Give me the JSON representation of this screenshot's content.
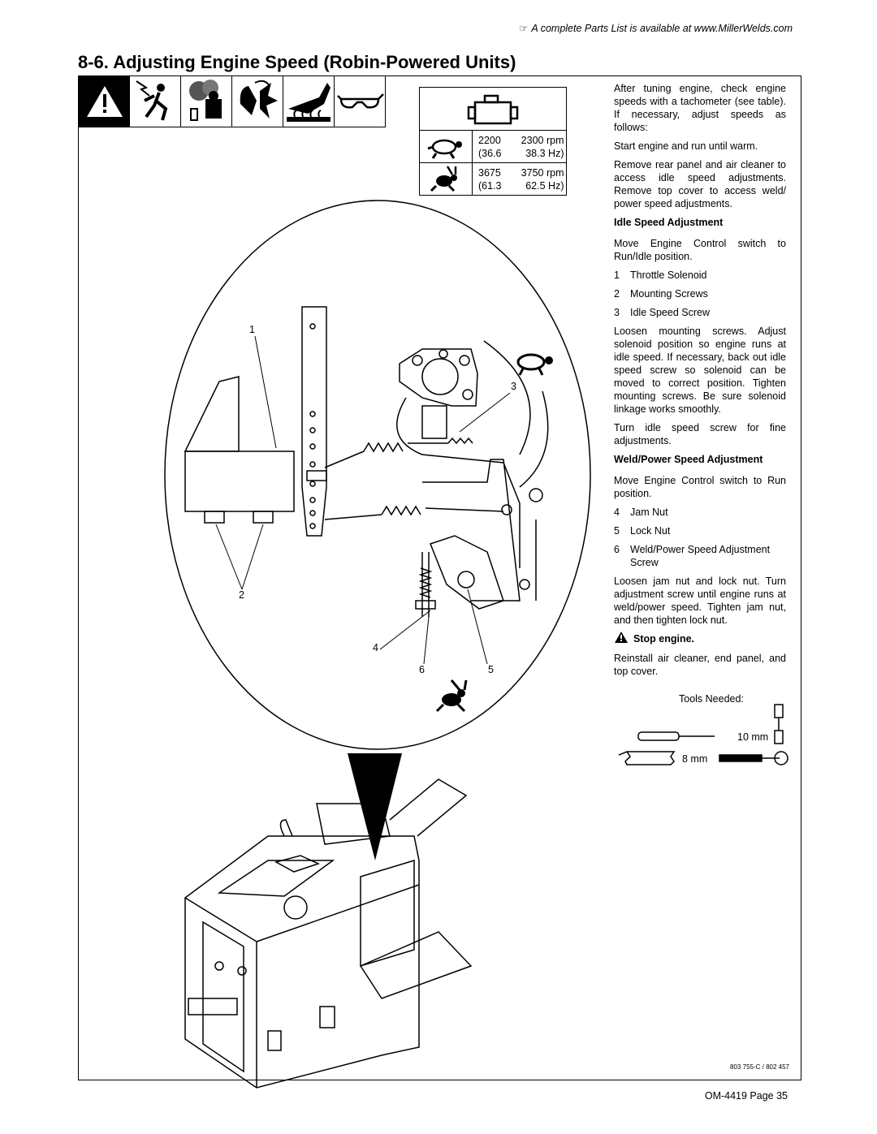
{
  "header": {
    "note": "A complete Parts List is available at www.MillerWelds.com",
    "note_icon": "pointing-hand-icon"
  },
  "title": "8-6.  Adjusting Engine Speed (Robin-Powered Units)",
  "warning_icons": [
    "hazard-triangle-icon",
    "electric-shock-icon",
    "exhaust-fumes-icon",
    "moving-parts-icon",
    "hot-parts-icon",
    "safety-glasses-icon"
  ],
  "speed_table": {
    "engine_icon": "engine-icon",
    "idle": {
      "icon": "turtle-icon",
      "rpm_low": "2200",
      "rpm_high": "2300 rpm",
      "hz_low": "(36.6",
      "hz_high": "38.3 Hz)"
    },
    "weld": {
      "icon": "rabbit-icon",
      "rpm_low": "3675",
      "rpm_high": "3750 rpm",
      "hz_low": "(61.3",
      "hz_high": "62.5 Hz)"
    }
  },
  "instructions": {
    "intro": "After tuning engine, check engine speeds with a tachometer (see table). If necessary, adjust speeds as follows:",
    "start": "Start engine and run until warm.",
    "remove": "Remove rear panel and air cleaner to access idle speed adjustments. Remove top cover to access weld/ power speed adjustments.",
    "idle_heading": "Idle Speed Adjustment",
    "idle_switch": "Move Engine Control switch to Run/Idle position.",
    "idle_items": [
      {
        "num": "1",
        "label": "Throttle Solenoid"
      },
      {
        "num": "2",
        "label": "Mounting Screws"
      },
      {
        "num": "3",
        "label": "Idle Speed Screw"
      }
    ],
    "idle_steps": "Loosen mounting screws. Adjust solenoid position so engine runs at idle speed. If necessary, back out idle speed screw so solenoid can be moved to correct position. Tighten mounting screws. Be sure solenoid linkage works smoothly.",
    "idle_fine": "Turn idle speed screw for fine adjustments.",
    "weld_heading": "Weld/Power Speed Adjustment",
    "weld_switch": "Move Engine Control switch to Run position.",
    "weld_items": [
      {
        "num": "4",
        "label": "Jam Nut"
      },
      {
        "num": "5",
        "label": "Lock Nut"
      },
      {
        "num": "6",
        "label": "Weld/Power Speed Adjustment Screw"
      }
    ],
    "weld_steps": "Loosen jam nut and lock nut. Turn adjustment screw until engine runs at weld/power speed. Tighten jam nut, and then tighten lock nut.",
    "stop": "Stop engine.",
    "reinstall": "Reinstall air cleaner, end panel, and top cover."
  },
  "tools": {
    "label": "Tools Needed:",
    "size_10": "10 mm",
    "size_8": "8 mm"
  },
  "callouts": [
    "1",
    "2",
    "3",
    "4",
    "5",
    "6"
  ],
  "drawing_ref": "803 755-C / 802 457",
  "page_footer": "OM-4419 Page 35"
}
